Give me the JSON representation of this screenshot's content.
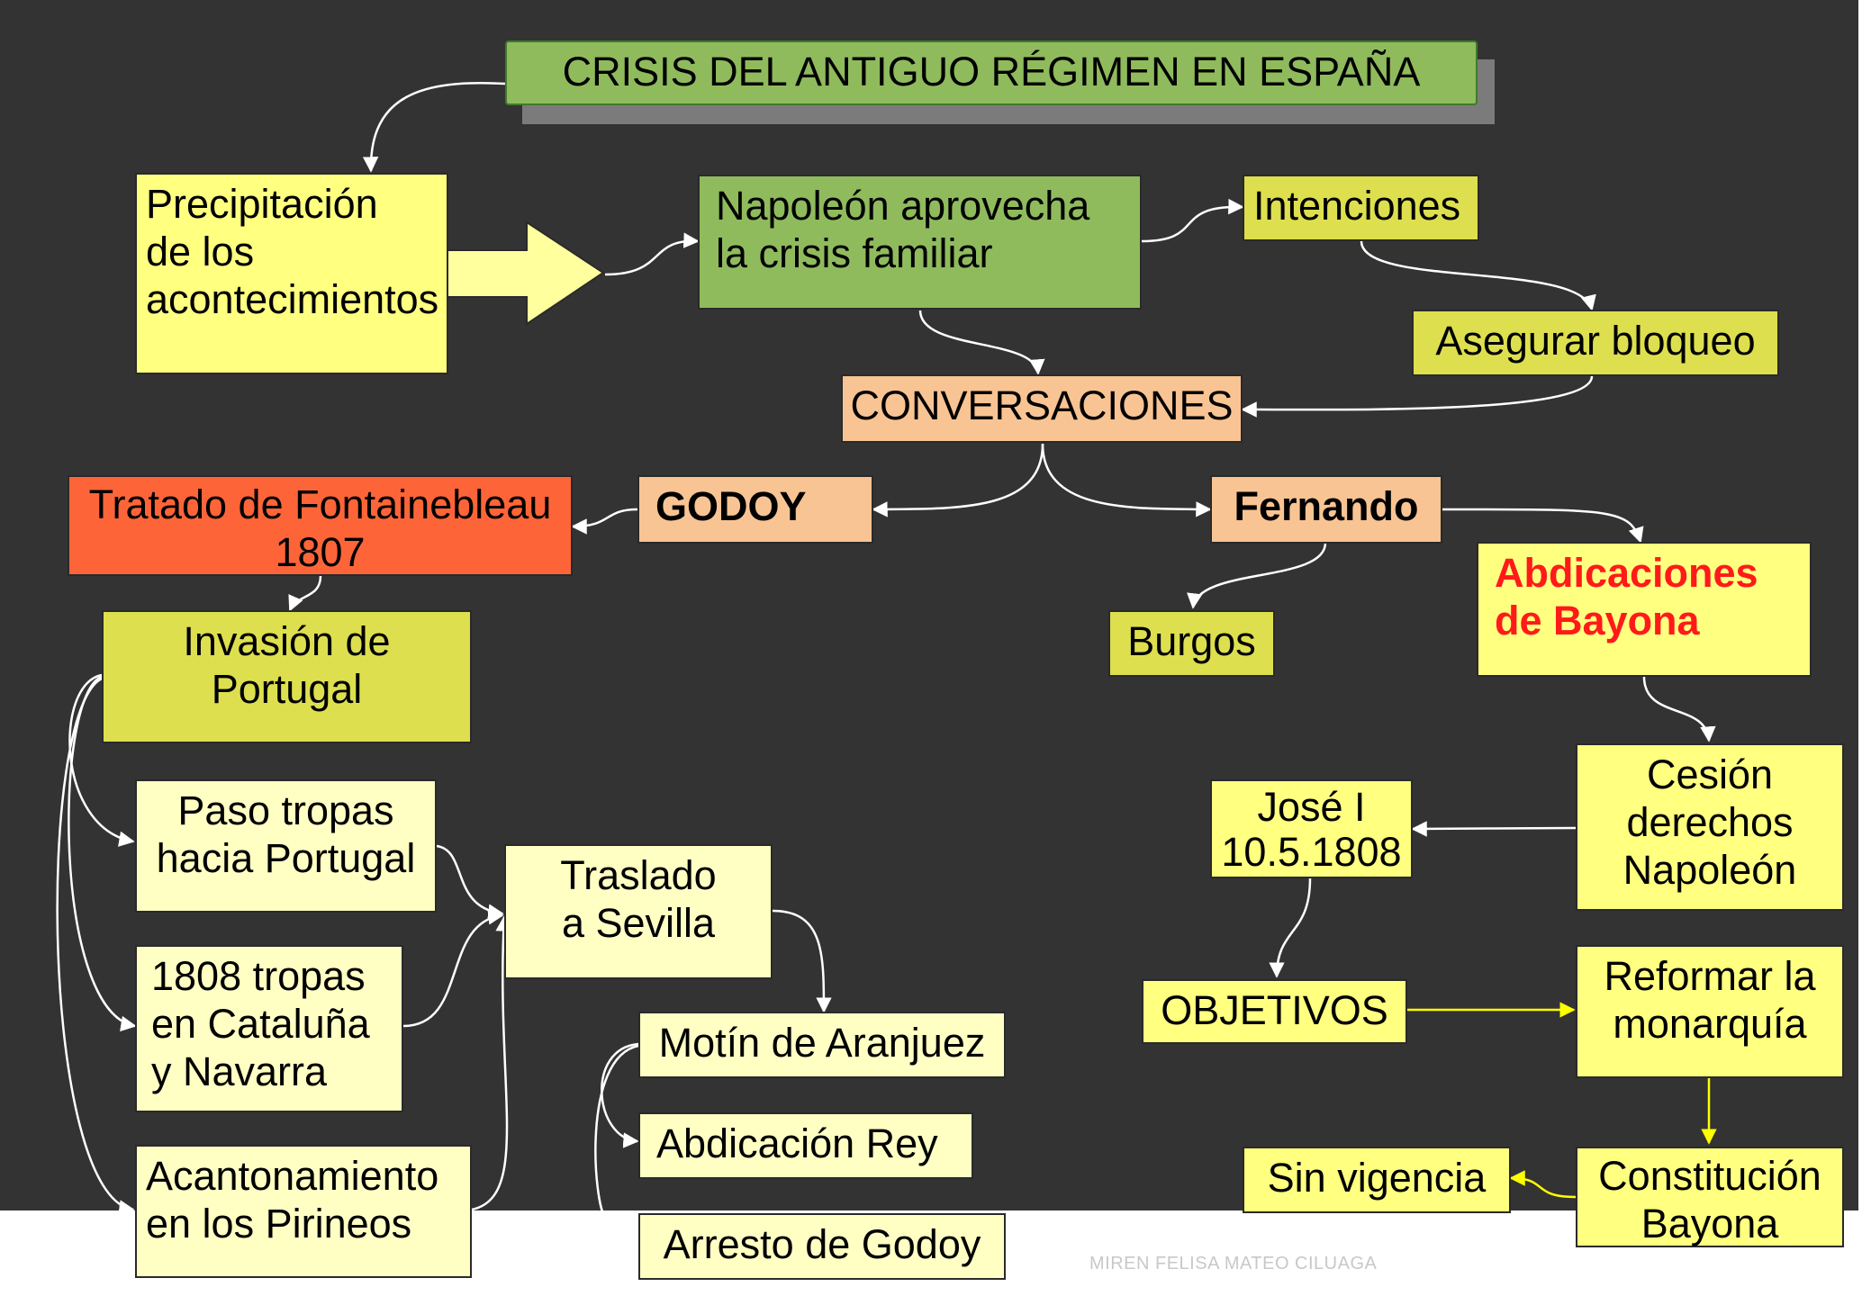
{
  "title": "CRISIS DEL ANTIGUO RÉGIMEN EN ESPAÑA",
  "credit": "MIREN FELISA MATEO CILUAGA",
  "colors": {
    "background": "#333333",
    "title_green": "#8fbb5d",
    "pale_yellow": "#ffffc4",
    "lemon_yellow": "#ffff80",
    "olive_yellow": "#dddf4f",
    "peach": "#f9c493",
    "red_orange": "#fd6538",
    "highlight_red_text": "#ff1a1a",
    "connector_white": "#ffffff",
    "connector_yellow": "#ffff00"
  },
  "nodes": {
    "precipitacion": "Precipitación\nde los\nacontecimientos",
    "napoleon": "Napoleón aprovecha\nla crisis familiar",
    "intenciones": "Intenciones",
    "asegurar": "Asegurar bloqueo",
    "conversaciones": "CONVERSACIONES",
    "godoy": "GODOY",
    "fontainebleau": "Tratado de Fontainebleau\n1807",
    "fernando": "Fernando",
    "burgos": "Burgos",
    "abdicaciones": "Abdicaciones\nde Bayona",
    "invasion": "Invasión de\nPortugal",
    "paso": "Paso tropas\nhacia Portugal",
    "tropas1808": "1808 tropas\nen Cataluña\ny Navarra",
    "acantonamiento": "Acantonamiento\nen los Pirineos",
    "traslado": "Traslado\na Sevilla",
    "motin": "Motín de Aranjuez",
    "abdicacion_rey": "Abdicación Rey",
    "arresto": "Arresto de Godoy",
    "cesion": "Cesión\nderechos\nNapoleón",
    "jose": "José I\n10.5.1808",
    "objetivos": "OBJETIVOS",
    "reformar": "Reformar la\nmonarquía",
    "constitucion": "Constitución\nBayona",
    "sin_vigencia": "Sin vigencia"
  }
}
